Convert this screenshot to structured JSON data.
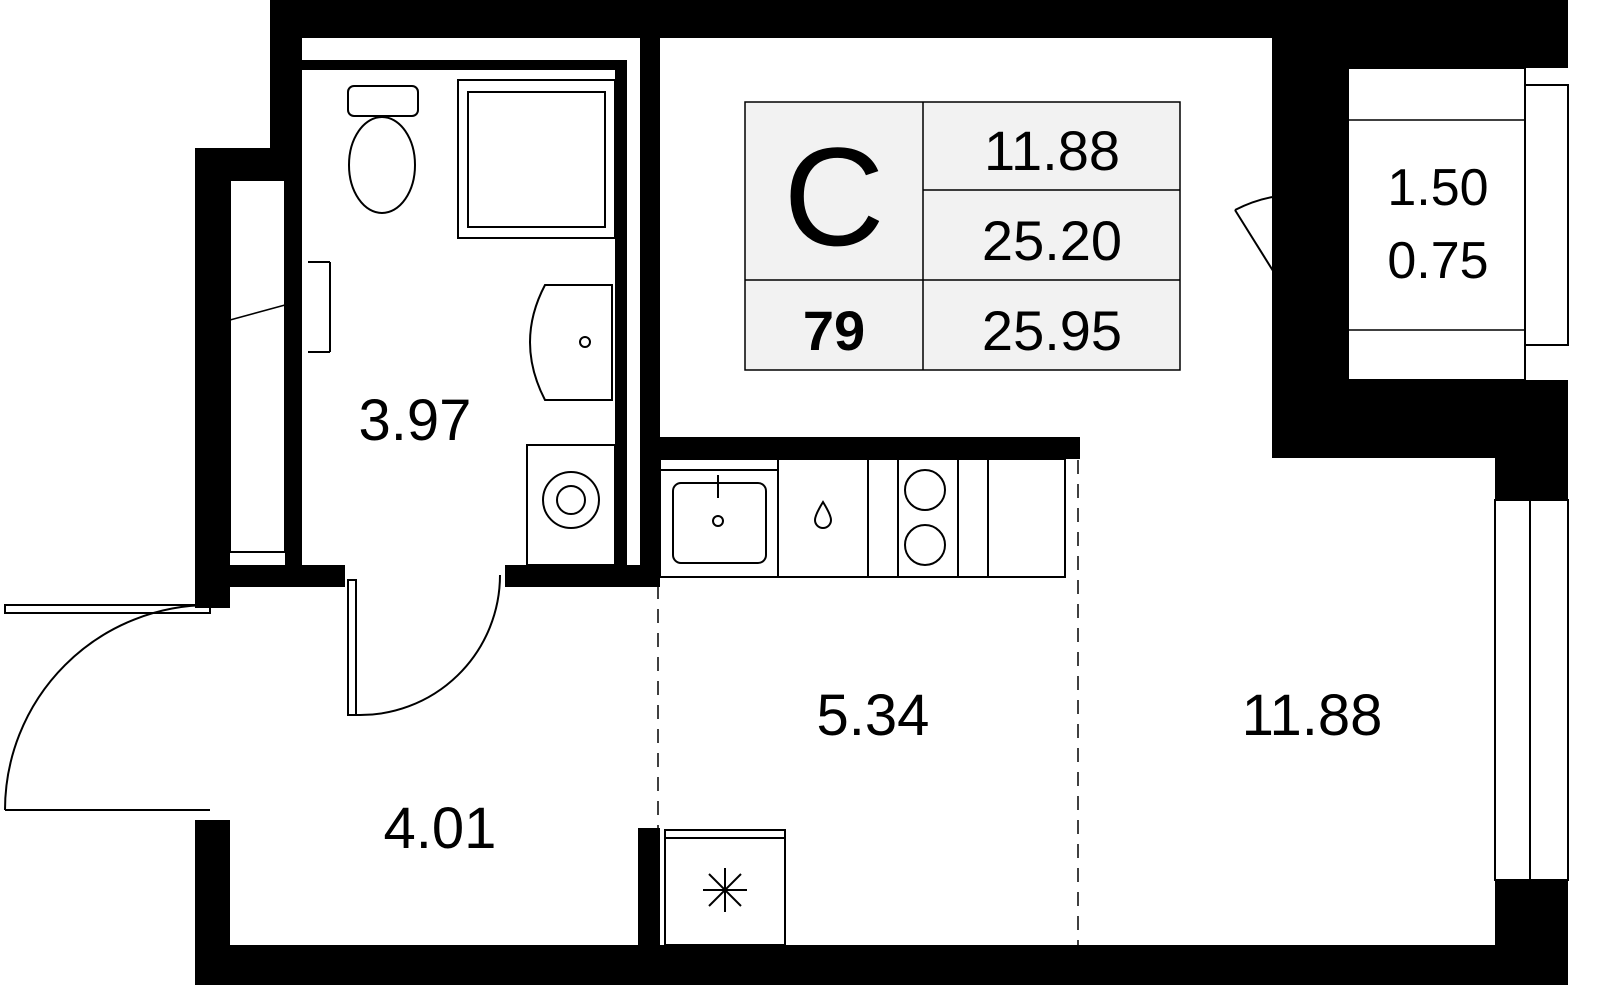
{
  "plan": {
    "apartment_number": "79",
    "type_letter": "С",
    "summary": {
      "living_area": "11.88",
      "area_without_balcony": "25.20",
      "total_area": "25.95"
    },
    "rooms": {
      "bathroom": "3.97",
      "kitchen": "5.34",
      "living_room": "11.88",
      "hallway": "4.01",
      "balcony_area": "1.50",
      "balcony_reduced": "0.75"
    }
  }
}
